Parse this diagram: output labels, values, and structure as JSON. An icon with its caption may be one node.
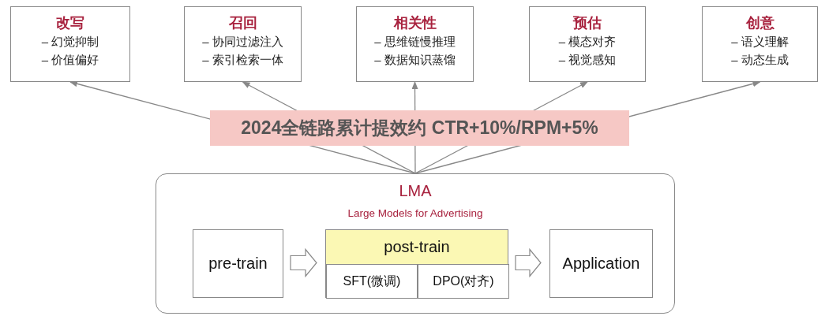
{
  "diagram": {
    "nodes": [
      {
        "text": [
          "改写",
          "– 幻觉抑制",
          "– 价值偏好"
        ]
      },
      {
        "text": [
          "召回",
          "– 协同过滤注入",
          "– 索引检索一体"
        ]
      },
      {
        "text": [
          "相关性",
          "– 思维链慢推理",
          "– 数据知识蒸馏"
        ]
      },
      {
        "text": [
          "预估",
          "– 模态对齐",
          "– 视觉感知"
        ]
      },
      {
        "text": [
          "创意",
          "– 语义理解",
          "– 动态生成"
        ]
      },
      {
        "text": [
          "LMA",
          "Large Models for Advertising"
        ]
      },
      {
        "text": [
          "pre-train"
        ],
        "in": 5
      },
      {
        "text": [
          "post-train"
        ],
        "in": 5
      },
      {
        "text": [
          "SFT(微调)"
        ],
        "in": 7
      },
      {
        "text": [
          "DPO(对齐)"
        ],
        "in": 7
      },
      {
        "text": [
          "Application"
        ],
        "in": 5
      }
    ],
    "edges": [
      {
        "from": 5,
        "to": 0,
        "arrow": "to"
      },
      {
        "from": 5,
        "to": 1,
        "arrow": "to"
      },
      {
        "from": 5,
        "to": 2,
        "arrow": "to"
      },
      {
        "from": 5,
        "to": 3,
        "arrow": "to"
      },
      {
        "from": 5,
        "to": 4,
        "arrow": "to"
      },
      {
        "from": 6,
        "to": 7,
        "arrow": "to",
        "style": "thick"
      },
      {
        "from": 7,
        "to": 10,
        "arrow": "to",
        "style": "thick"
      }
    ],
    "labels": [
      "2024全链路累计提效约 CTR+10%/RPM+5%"
    ]
  }
}
